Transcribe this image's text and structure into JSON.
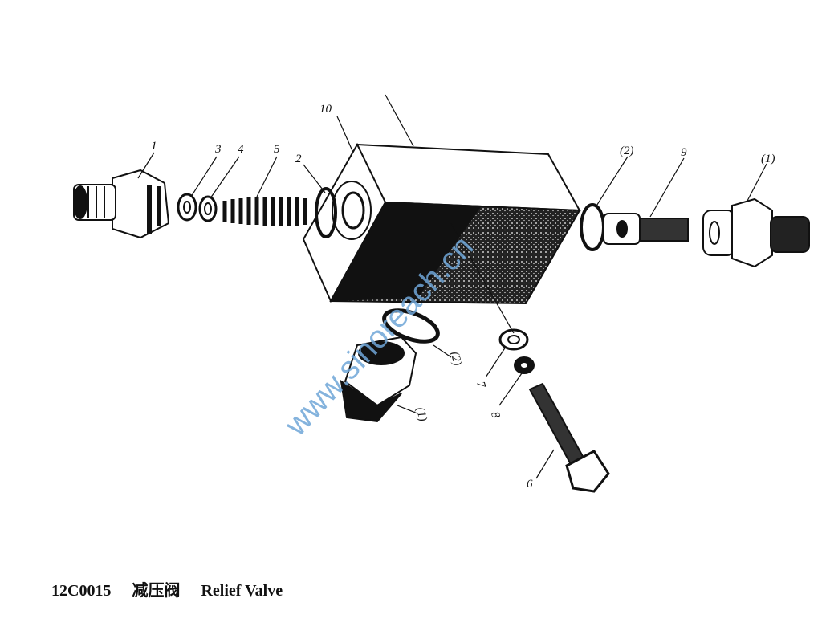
{
  "caption": {
    "code": "12C0015",
    "name_cn": "减压阀",
    "name_en": "Relief Valve"
  },
  "watermark": "www.sinoreach.cn",
  "labels": {
    "l1": "1",
    "l3": "3",
    "l4": "4",
    "l5": "5",
    "l2": "2",
    "l10": "10",
    "r2": "(2)",
    "r9": "9",
    "r1": "(1)",
    "b2": "(2)",
    "b1": "(1)",
    "b7": "7",
    "b8": "8",
    "b6": "6"
  },
  "colors": {
    "ink": "#111111",
    "watermark": "#6fa6d8"
  }
}
